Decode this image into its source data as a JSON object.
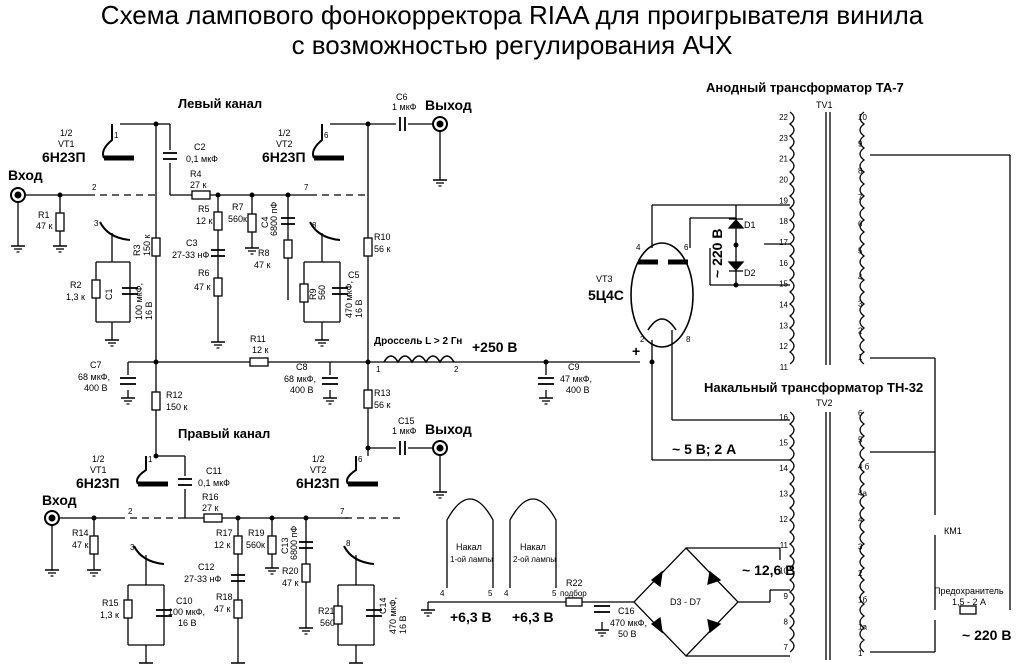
{
  "title": {
    "line1": "Схема лампового фонокорректора RIAA для проигрывателя винила",
    "line2": "с возможностью регулирования АЧХ"
  },
  "sections": {
    "left_channel": "Левый канал",
    "right_channel": "Правый канал",
    "anode_transformer": "Анодный трансформатор ТА-7",
    "filament_transformer": "Накальный трансформатор ТН-32"
  },
  "left": {
    "vt1": {
      "ref": "1/2",
      "name": "VT1",
      "type": "6Н23П"
    },
    "vt2": {
      "ref": "1/2",
      "name": "VT2",
      "type": "6Н23П"
    },
    "input": "Вход",
    "output": "Выход",
    "r1": {
      "name": "R1",
      "value": "47 к"
    },
    "r2": {
      "name": "R2",
      "value": "1,3 к"
    },
    "c1": {
      "name": "C1",
      "value": "100 мкФ,",
      "value2": "16 В"
    },
    "r3": {
      "name": "R3",
      "value": "150 к"
    },
    "c2": {
      "name": "C2",
      "value": "0,1 мкФ"
    },
    "r4": {
      "name": "R4",
      "value": "27 к"
    },
    "r5": {
      "name": "R5",
      "value": "12 к"
    },
    "c3": {
      "name": "C3",
      "value": "27-33 нФ"
    },
    "r6": {
      "name": "R6",
      "value": "47 к"
    },
    "r7": {
      "name": "R7",
      "value": "560к"
    },
    "c4": {
      "name": "C4",
      "value": "6800 пФ"
    },
    "r8": {
      "name": "R8",
      "value": "47 к"
    },
    "r9": {
      "name": "R9",
      "value": "560"
    },
    "c5": {
      "name": "C5",
      "value": "470 мкФ,",
      "value2": "16 В"
    },
    "r10": {
      "name": "R10",
      "value": "56 к"
    },
    "c6": {
      "name": "C6",
      "value": "1 мкФ"
    }
  },
  "right": {
    "vt1": {
      "ref": "1/2",
      "name": "VT1",
      "type": "6Н23П"
    },
    "vt2": {
      "ref": "1/2",
      "name": "VT2",
      "type": "6Н23П"
    },
    "input": "Вход",
    "output": "Выход",
    "r14": {
      "name": "R14",
      "value": "47 к"
    },
    "r15": {
      "name": "R15",
      "value": "1,3 к"
    },
    "c10": {
      "name": "C10",
      "value": "100 мкФ,",
      "value2": "16 В"
    },
    "c11": {
      "name": "C11",
      "value": "0,1 мкФ"
    },
    "r16": {
      "name": "R16",
      "value": "27 к"
    },
    "r17": {
      "name": "R17",
      "value": "12 к"
    },
    "c12": {
      "name": "C12",
      "value": "27-33 нФ"
    },
    "r18": {
      "name": "R18",
      "value": "47 к"
    },
    "r19": {
      "name": "R19",
      "value": "560к"
    },
    "c13": {
      "name": "C13",
      "value": "6800 пФ"
    },
    "r20": {
      "name": "R20",
      "value": "47 к"
    },
    "r21": {
      "name": "R21",
      "value": "560"
    },
    "c14": {
      "name": "C14",
      "value": "470 мкФ,",
      "value2": "16 В"
    },
    "c15": {
      "name": "C15",
      "value": "1 мкФ"
    }
  },
  "power": {
    "c7": {
      "name": "C7",
      "value": "68 мкФ,",
      "value2": "400 В"
    },
    "r11": {
      "name": "R11",
      "value": "12 к"
    },
    "c8": {
      "name": "C8",
      "value": "68 мкФ,",
      "value2": "400 В"
    },
    "r12": {
      "name": "R12",
      "value": "150 к"
    },
    "r13": {
      "name": "R13",
      "value": "56 к"
    },
    "choke": "Дроссель L > 2 Гн",
    "b_plus": "+250 В",
    "c9": {
      "name": "C9",
      "value": "47 мкФ,",
      "value2": "400 В"
    },
    "vt3": {
      "name": "VT3",
      "type": "5Ц4С"
    },
    "d1": "D1",
    "d2": "D2",
    "ac220_vert": "~ 220 В",
    "ac5": "~ 5 В; 2 А",
    "ac12": "~ 12,6 В",
    "bridge": "D3 - D7",
    "r22": {
      "name": "R22",
      "value": "подбор"
    },
    "c16": {
      "name": "C16",
      "value": "470 мкФ,",
      "value2": "50 В"
    },
    "heater1": {
      "line1": "Накал",
      "line2": "1-ой лампы"
    },
    "heater2": {
      "line1": "Накал",
      "line2": "2-ой лампы"
    },
    "v63a": "+6,3 В",
    "v63b": "+6,3 В",
    "plus_sign": "+",
    "fuse": {
      "line1": "Предохранитель",
      "line2": "1,5 - 2 А"
    },
    "km1": "КМ1",
    "mains": "~ 220 В",
    "tv1": "TV1",
    "tv2": "TV2"
  },
  "tv1_pins_left": [
    "22",
    "23",
    "21",
    "20",
    "19",
    "18",
    "17",
    "16",
    "15",
    "14",
    "13",
    "12",
    "11"
  ],
  "tv1_pins_right": [
    "10",
    "9",
    "8",
    "7",
    "6",
    "5",
    "4",
    "3",
    "2",
    "1"
  ],
  "tv2_pins_left": [
    "16",
    "15",
    "14",
    "13",
    "12",
    "11",
    "10",
    "9",
    "8",
    "7"
  ],
  "tv2_pins_right": [
    "6",
    "5",
    "4 б",
    "4а",
    "4",
    "3",
    "2",
    "1б",
    "1а",
    "1"
  ]
}
